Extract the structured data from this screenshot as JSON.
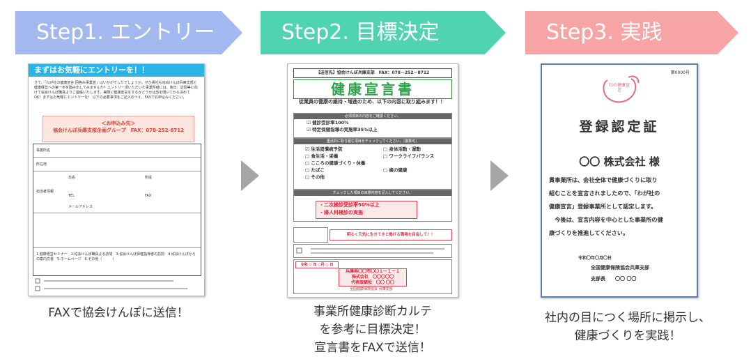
{
  "steps": [
    {
      "label": "Step1.  エントリー",
      "color": "#a3b8ee"
    },
    {
      "label": "Step2.  目標決定",
      "color": "#4fd3b1"
    },
    {
      "label": "Step3.  実践",
      "color": "#f7a4a4"
    }
  ],
  "captions": {
    "step1": [
      "FAXで協会けんぽに送信！"
    ],
    "step2": [
      "事業所健康診断カルテ",
      "を参考に目標決定！",
      "宣言書をFAXで送信！"
    ],
    "step3": [
      "社内の目につく場所に掲示し、",
      "健康づくりを実践！"
    ]
  },
  "entry_form": {
    "header": "まずはお気軽にエントリーを！！",
    "intro": "さて、『わが社の健康宣言 回答み事業宣』はいかがでしたでしょうか。ぜひ貴社も協会けんぽ兵庫支部と健康経営への第一歩を踏み出してみませんか？エントリー頂いただいた事業所様には、後日、訪問等に向けて協会けんぽ職員よりご連絡いたします。実際に健康宣言をするかどうかは話を聞いてから決めてOK！まずはお気軽にエントリーを！ 以下の必要事項をご記入のうえ、FAXでお申込みください。",
    "apply_title": "＜お申込み先＞",
    "apply_detail": "協会けんぽ兵庫支部企画グループ　FAX：078-252-8712",
    "fields": [
      "事業所名",
      "所在地",
      "担当者情報",
      "氏名",
      "所属",
      "TEL",
      "FAX",
      "メールアドレス"
    ],
    "footer": "1.健康経営セミナー　2.協会けんぽ職員よる訪問　3.協会けんぽ保健指導者の訪問　4.協会けんぽからの案内文書　5.ホームページ　6.その他（　　　）"
  },
  "declaration": {
    "fax_line": "【送信先】協会けんぽ兵庫支部　FAX：078－252－8712",
    "title": "健康宣言書",
    "subtitle": "従業員の健康の維持・増進のため、以下の内容に取り組みます！！",
    "required_bar": "必須項目の内容をご確認ください。",
    "required_items": [
      "健診受診率100%",
      "特定保健指導の実施率35%以上"
    ],
    "priority_bar": "重点的に取り組む項目をチェックしてください。（複数可）",
    "priority_items": [
      "生活習慣病予防",
      "食生活・栄養",
      "こころの健康づくり・休養",
      "たばこ",
      "その他",
      "身体活動・運動",
      "ワークライフバランス",
      "歯の健康"
    ],
    "note_bar": "チェックした項目の目標内容を記入してください。",
    "targets": [
      "・二次検診受診率50%以上",
      "・婦人科検診の実施"
    ],
    "slogan": "明るく元気に生きてきと働ける職場を目指して！！",
    "date": "令和 ○ 年 ○月 ○ 日",
    "company": [
      "兵庫県〇〇市〇〇１－１－１",
      "株式会社　〇〇〇〇〇",
      "代表取締役　〇〇 〇〇"
    ],
    "issuer": "全国健康保険協会 兵庫支部"
  },
  "certificate": {
    "number": "第0000号",
    "logo_text": "社の健康宣言",
    "title": "登録認定証",
    "company": "〇〇 株式会社 様",
    "body": [
      "貴事業所は、会社全体で健康づくりに取り",
      "組むことを宣言されましたので、「わが社の",
      "健康宣言」登録事業所として認定します。",
      "　今後は、宣言内容を中心とした事業所の健",
      "康づくりを推進してください。"
    ],
    "date": "令和〇年〇月〇日",
    "org": "全国健康保険協会兵庫支部",
    "rep": "支部長　　〇〇 〇〇"
  }
}
